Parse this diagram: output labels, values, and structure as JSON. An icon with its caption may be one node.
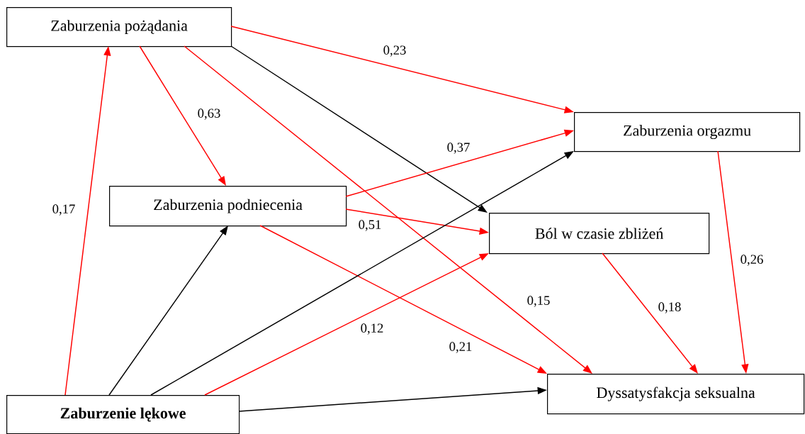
{
  "diagram": {
    "nodes": [
      {
        "text": [
          "Zaburzenia pożądania"
        ]
      },
      {
        "text": [
          "Zaburzenia podniecenia"
        ]
      },
      {
        "text": [
          "Zaburzenia orgazmu"
        ]
      },
      {
        "text": [
          "Ból w czasie zbliżeń"
        ]
      },
      {
        "text": [
          "Dyssatysfakcja seksualna"
        ]
      },
      {
        "text": [
          "Zaburzenie lękowe"
        ]
      }
    ],
    "edges": [
      {
        "from": 0,
        "to": 2,
        "arrow": "to",
        "label": "0,23"
      },
      {
        "from": 0,
        "to": 1,
        "arrow": "to",
        "label": "0,63"
      },
      {
        "from": 0,
        "to": 4,
        "arrow": "to",
        "label": "0,15"
      },
      {
        "from": 0,
        "to": 3,
        "arrow": "to",
        "color": "#000000"
      },
      {
        "from": 1,
        "to": 2,
        "arrow": "to",
        "label": "0,37"
      },
      {
        "from": 1,
        "to": 3,
        "arrow": "to",
        "label": "0,51"
      },
      {
        "from": 1,
        "to": 4,
        "arrow": "to",
        "label": "0,21"
      },
      {
        "from": 3,
        "to": 4,
        "arrow": "to",
        "label": "0,18"
      },
      {
        "from": 2,
        "to": 4,
        "arrow": "to",
        "label": "0,26"
      },
      {
        "from": 5,
        "to": 0,
        "arrow": "to",
        "label": "0,17"
      },
      {
        "from": 5,
        "to": 1,
        "arrow": "to",
        "color": "#000000"
      },
      {
        "from": 5,
        "to": 2,
        "arrow": "to",
        "color": "#000000"
      },
      {
        "from": 5,
        "to": 3,
        "arrow": "to",
        "label": "0,12"
      },
      {
        "from": 5,
        "to": 4,
        "arrow": "to",
        "color": "#000000"
      }
    ]
  }
}
